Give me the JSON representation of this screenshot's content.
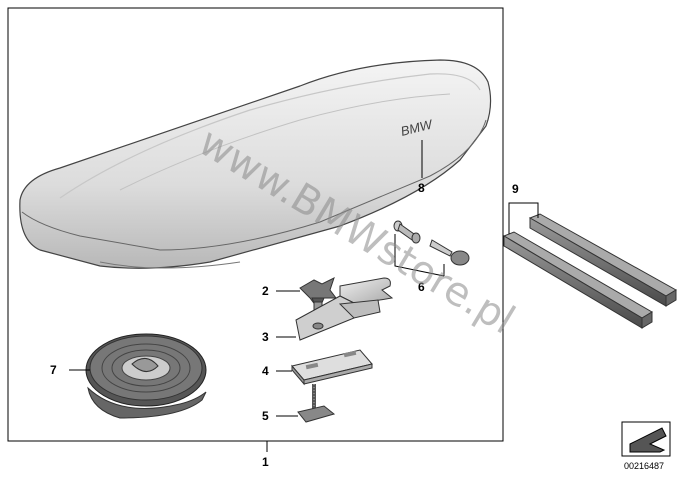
{
  "diagram": {
    "callouts": [
      {
        "id": "1",
        "label": "1"
      },
      {
        "id": "2",
        "label": "2"
      },
      {
        "id": "3",
        "label": "3"
      },
      {
        "id": "4",
        "label": "4"
      },
      {
        "id": "5",
        "label": "5"
      },
      {
        "id": "6",
        "label": "6"
      },
      {
        "id": "7",
        "label": "7"
      },
      {
        "id": "8",
        "label": "8"
      },
      {
        "id": "9",
        "label": "9"
      }
    ],
    "box_brand_text": "BMW",
    "watermark": "www.BMWstore.pl",
    "diagram_number": "00216487"
  }
}
